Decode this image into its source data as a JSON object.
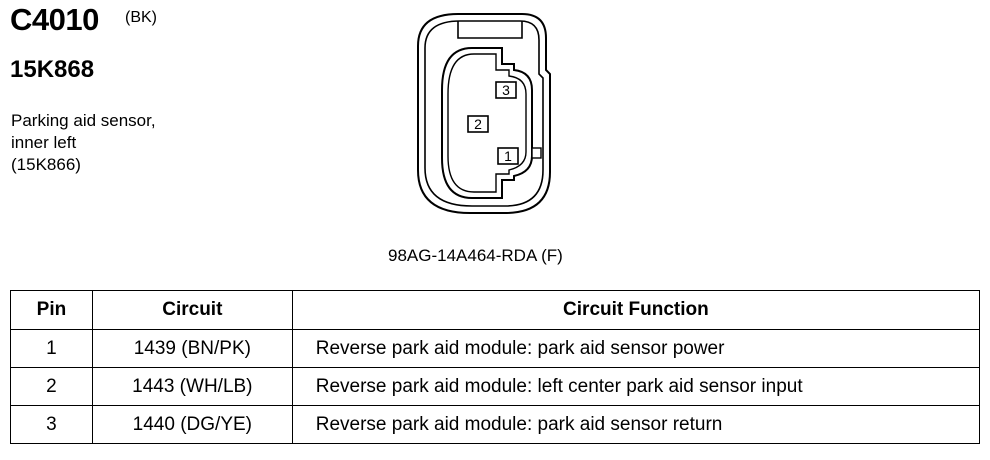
{
  "header": {
    "connector_id": "C4010",
    "color_code": "(BK)",
    "part_number": "15K868",
    "description_lines": [
      "Parking aid sensor,",
      "inner left",
      "(15K866)"
    ]
  },
  "connector": {
    "code": "98AG-14A464-RDA (F)",
    "pins": [
      "3",
      "2",
      "1"
    ]
  },
  "table": {
    "headers": [
      "Pin",
      "Circuit",
      "Circuit Function"
    ],
    "rows": [
      {
        "pin": "1",
        "circuit": "1439 (BN/PK)",
        "function": "Reverse park aid module: park aid sensor power"
      },
      {
        "pin": "2",
        "circuit": "1443 (WH/LB)",
        "function": "Reverse park aid module: left center park aid sensor input"
      },
      {
        "pin": "3",
        "circuit": "1440 (DG/YE)",
        "function": "Reverse park aid module: park aid sensor return"
      }
    ]
  }
}
